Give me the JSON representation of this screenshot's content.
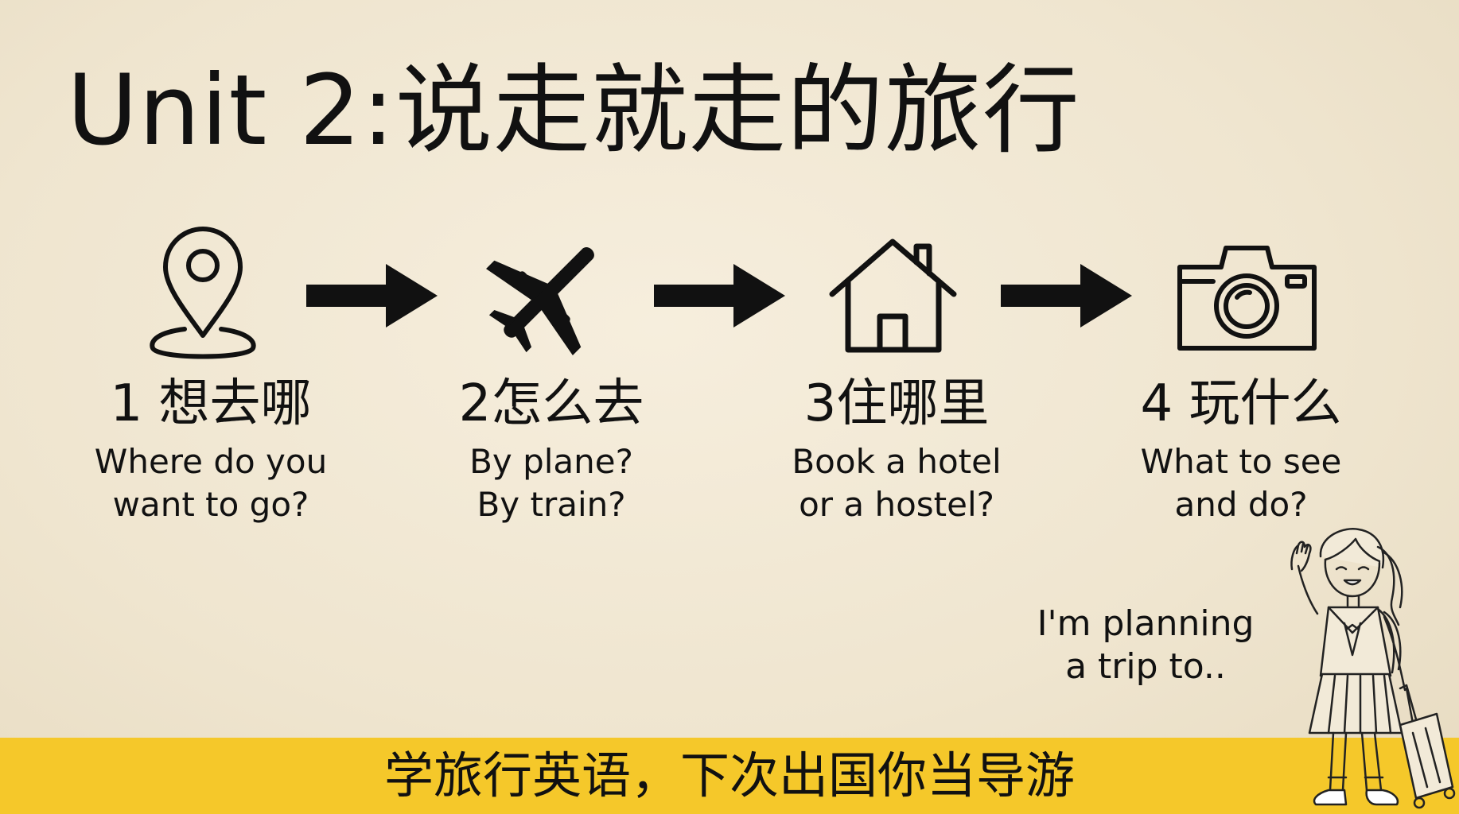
{
  "title": "Unit 2:说走就走的旅行",
  "steps": [
    {
      "icon": "location-pin-icon",
      "title": "1 想去哪",
      "desc_lines": [
        "Where do you",
        "want to go?"
      ]
    },
    {
      "icon": "airplane-icon",
      "title": "2怎么去",
      "desc_lines": [
        "By plane?",
        "By train?"
      ]
    },
    {
      "icon": "house-icon",
      "title": "3住哪里",
      "desc_lines": [
        "Book a hotel",
        "or a hostel?"
      ]
    },
    {
      "icon": "camera-icon",
      "title": "4 玩什么",
      "desc_lines": [
        "What to see",
        "and do?"
      ]
    }
  ],
  "speech_lines": [
    "I'm planning",
    "a trip to.."
  ],
  "banner": "学旅行英语，下次出国你当导游",
  "colors": {
    "background": "#efe5cf",
    "banner": "#f5c82a",
    "ink": "#111111"
  }
}
